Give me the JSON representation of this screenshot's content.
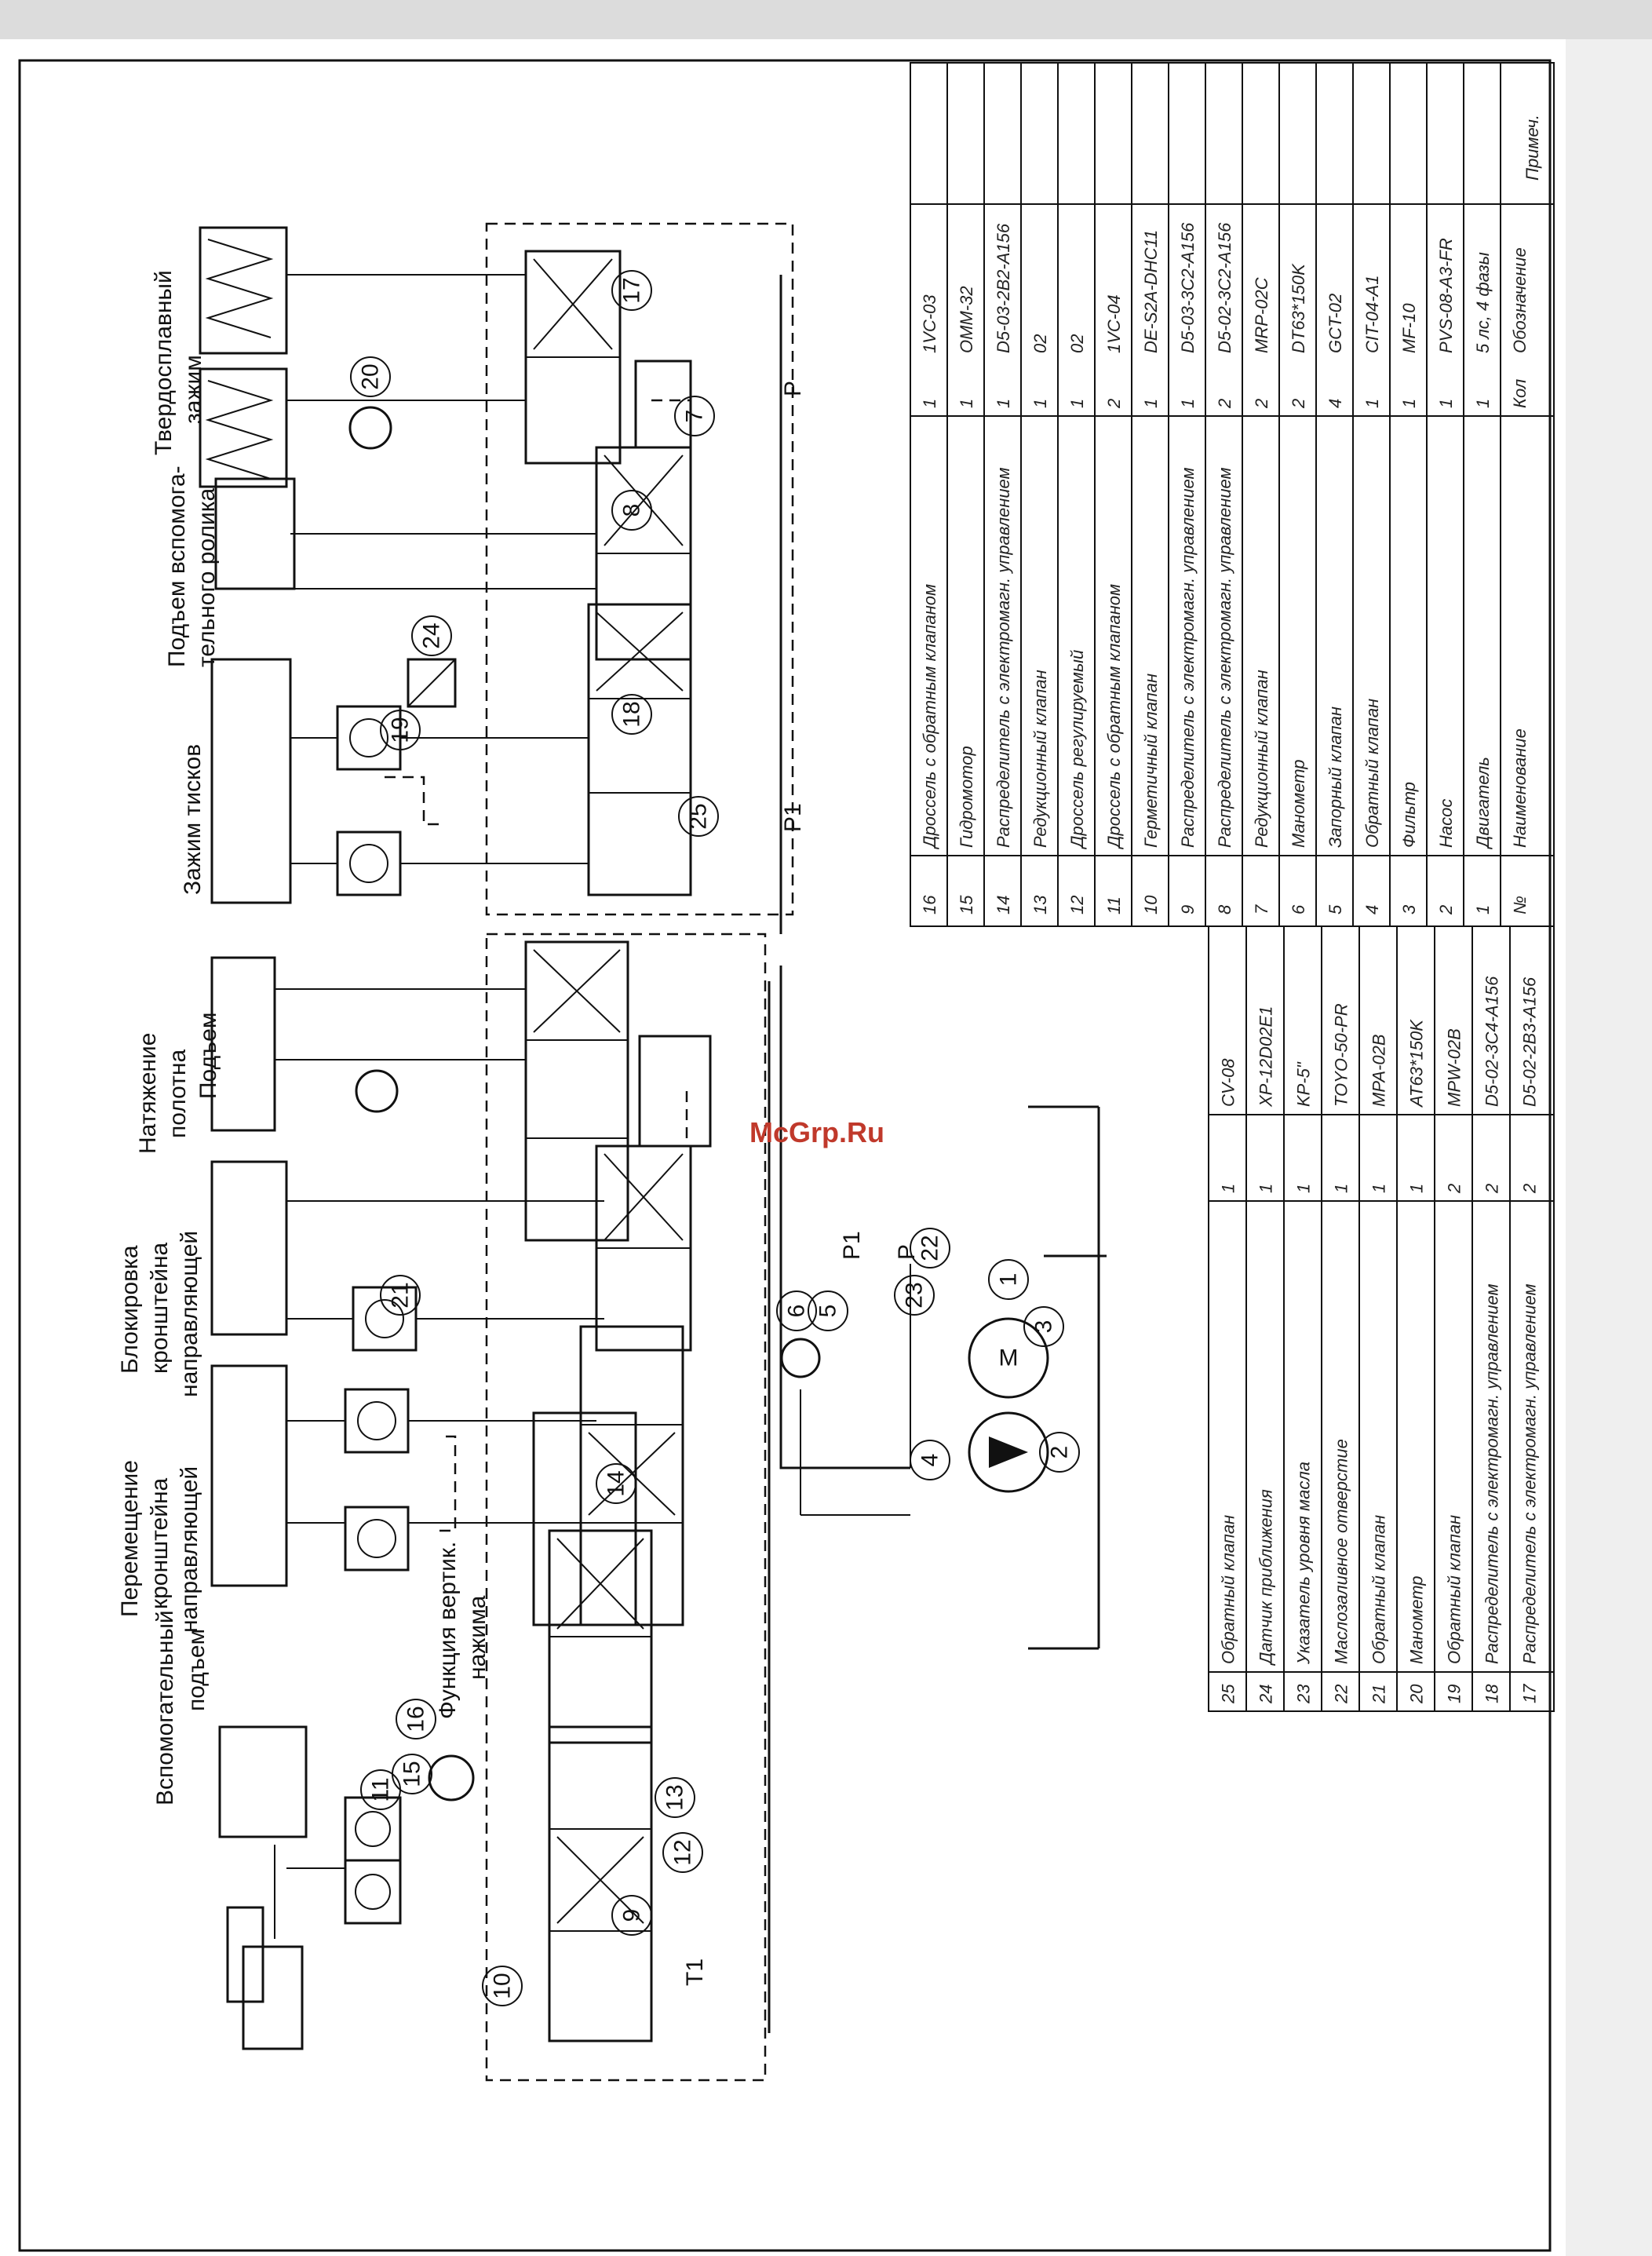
{
  "watermark": "McGrp.Ru",
  "labels": {
    "lift": "Подъем",
    "aux_lift": [
      "Вспомогательный",
      "подъем"
    ],
    "vert_press": [
      "Функция вертик.",
      "нажима"
    ],
    "move_bracket": [
      "Перемещение",
      "кронштейна",
      "направляющей"
    ],
    "block_bracket": [
      "Блокировка",
      "кронштейна",
      "направляющей"
    ],
    "tension": [
      "Натяжение",
      "полотна"
    ],
    "vice_clamp": "Зажим тисков",
    "aux_roller": [
      "Подъем вспомога-",
      "тельного ролика"
    ],
    "carbide_clamp": [
      "Твердосплавный",
      "зажим"
    ]
  },
  "ports": {
    "p": "P",
    "p1": "P1",
    "t1": "T1"
  },
  "table_right": {
    "header": {
      "num": "№",
      "name": "Наименование",
      "qty": "Кол",
      "designation": "Обозначение",
      "note": "Примеч."
    },
    "rows": [
      {
        "num": "16",
        "name": "Дроссель с обратным клапаном",
        "qty": "1",
        "designation": "1VC-03"
      },
      {
        "num": "15",
        "name": "Гидромотор",
        "qty": "1",
        "designation": "OMM-32"
      },
      {
        "num": "14",
        "name": "Распределитель с электромагн. управлением",
        "qty": "1",
        "designation": "D5-03-2B2-A156"
      },
      {
        "num": "13",
        "name": "Редукционный клапан",
        "qty": "1",
        "designation": "02"
      },
      {
        "num": "12",
        "name": "Дроссель регулируемый",
        "qty": "1",
        "designation": "02"
      },
      {
        "num": "11",
        "name": "Дроссель с обратным клапаном",
        "qty": "2",
        "designation": "1VC-04"
      },
      {
        "num": "10",
        "name": "Герметичный клапан",
        "qty": "1",
        "designation": "DE-S2A-DHC11"
      },
      {
        "num": "9",
        "name": "Распределитель с электромагн. управлением",
        "qty": "1",
        "designation": "D5-03-3C2-A156"
      },
      {
        "num": "8",
        "name": "Распределитель с электромагн. управлением",
        "qty": "2",
        "designation": "D5-02-3C2-A156"
      },
      {
        "num": "7",
        "name": "Редукционный клапан",
        "qty": "2",
        "designation": "MRP-02C"
      },
      {
        "num": "6",
        "name": "Манометр",
        "qty": "2",
        "designation": "DT63*150K"
      },
      {
        "num": "5",
        "name": "Запорный клапан",
        "qty": "4",
        "designation": "GCT-02"
      },
      {
        "num": "4",
        "name": "Обратный клапан",
        "qty": "1",
        "designation": "CIT-04-A1"
      },
      {
        "num": "3",
        "name": "Фильтр",
        "qty": "1",
        "designation": "MF-10"
      },
      {
        "num": "2",
        "name": "Насос",
        "qty": "1",
        "designation": "PVS-08-A3-FR"
      },
      {
        "num": "1",
        "name": "Двигатель",
        "qty": "1",
        "designation": "5 лс, 4 фазы"
      }
    ]
  },
  "table_left": {
    "rows": [
      {
        "num": "25",
        "name": "Обратный клапан",
        "qty": "1",
        "designation": "CV-08"
      },
      {
        "num": "24",
        "name": "Датчик приближения",
        "qty": "1",
        "designation": "XP-12D02E1"
      },
      {
        "num": "23",
        "name": "Указатель уровня масла",
        "qty": "1",
        "designation": "KP-5\""
      },
      {
        "num": "22",
        "name": "Маслозаливное отверстие",
        "qty": "1",
        "designation": "TOYO-50-PR"
      },
      {
        "num": "21",
        "name": "Обратный клапан",
        "qty": "1",
        "designation": "MPA-02B"
      },
      {
        "num": "20",
        "name": "Манометр",
        "qty": "1",
        "designation": "AT63*150K"
      },
      {
        "num": "19",
        "name": "Обратный клапан",
        "qty": "2",
        "designation": "MPW-02B"
      },
      {
        "num": "18",
        "name": "Распределитель с электромагн. управлением",
        "qty": "2",
        "designation": "D5-02-3C4-A156"
      },
      {
        "num": "17",
        "name": "Распределитель с электромагн. управлением",
        "qty": "2",
        "designation": "D5-02-2B3-A156"
      }
    ]
  },
  "component_numbers": [
    "1",
    "2",
    "3",
    "4",
    "5",
    "6",
    "7",
    "8",
    "9",
    "10",
    "11",
    "12",
    "13",
    "14",
    "15",
    "16",
    "17",
    "18",
    "19",
    "20",
    "21",
    "22",
    "23",
    "24",
    "25"
  ]
}
